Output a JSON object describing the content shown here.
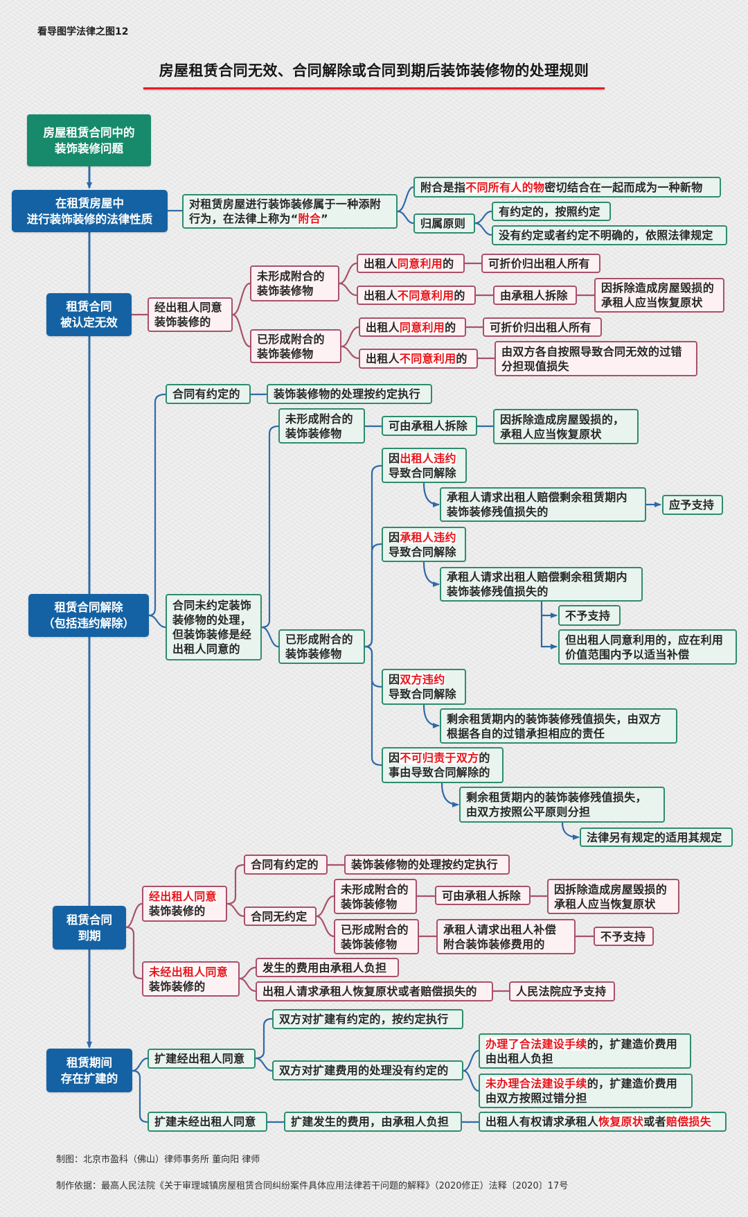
{
  "header": {
    "series_label": "看导图学法律之图12",
    "title": "房屋租赁合同无效、合同解除或合同到期后装饰装修物的处理规则"
  },
  "colors": {
    "root_green": "#178a6b",
    "category_blue": "#1462a3",
    "node_green_border": "#2e8c6e",
    "node_green_fill": "#e9f4ef",
    "node_pink_border": "#a8506a",
    "node_pink_fill": "#fdf1f3",
    "line_blue": "#2d6aa6",
    "line_maroon": "#a8506a",
    "highlight_red": "#e8141a",
    "title_underline": "#e31e24"
  },
  "root": {
    "lines": [
      "房屋租赁合同中的",
      "装饰装修问题"
    ]
  },
  "nature": {
    "category": {
      "lines": [
        "在租赁房屋中",
        "进行装饰装修的法律性质"
      ]
    },
    "nodes": {
      "definition": {
        "lines": [
          [
            "对租赁房屋进行装饰装修属于一种添附"
          ],
          [
            "行为，在法律上称为“",
            "附合",
            "”"
          ]
        ],
        "highlights": [
          "附合"
        ]
      },
      "meaning": {
        "lines": [
          [
            "附合是指",
            "不同所有人的物",
            "密切结合在一起而成为一种新物"
          ]
        ],
        "highlights": [
          "不同所有人的物"
        ]
      },
      "ownership_rule": {
        "lines": [
          [
            "归属原则"
          ]
        ]
      },
      "agreed": {
        "lines": [
          [
            "有约定的，按照约定"
          ]
        ]
      },
      "not_agreed": {
        "lines": [
          [
            "没有约定或者约定不明确的，依照法律规定"
          ]
        ]
      }
    }
  },
  "invalid": {
    "category": {
      "lines": [
        "租赁合同",
        "被认定无效"
      ]
    },
    "nodes": {
      "consented": {
        "lines": [
          [
            "经出租人同意"
          ],
          [
            "装饰装修的"
          ]
        ]
      },
      "unattached": {
        "lines": [
          [
            "未形成附合的"
          ],
          [
            "装饰装修物"
          ]
        ]
      },
      "attached": {
        "lines": [
          [
            "已形成附合的"
          ],
          [
            "装饰装修物"
          ]
        ]
      },
      "u_agree": {
        "lines": [
          [
            "出租人",
            "同意利用",
            "的"
          ]
        ],
        "highlights": [
          "同意利用"
        ]
      },
      "u_agree_result": {
        "lines": [
          [
            "可折价归出租人所有"
          ]
        ]
      },
      "u_disagree": {
        "lines": [
          [
            "出租人",
            "不同意利用",
            "的"
          ]
        ],
        "highlights": [
          "不同意利用"
        ]
      },
      "u_disagree_result": {
        "lines": [
          [
            "由承租人拆除"
          ]
        ]
      },
      "u_damage": {
        "lines": [
          [
            "因拆除造成房屋毁损的"
          ],
          [
            "承租人应当恢复原状"
          ]
        ]
      },
      "a_agree": {
        "lines": [
          [
            "出租人",
            "同意利用",
            "的"
          ]
        ],
        "highlights": [
          "同意利用"
        ]
      },
      "a_agree_result": {
        "lines": [
          [
            "可折价归出租人所有"
          ]
        ]
      },
      "a_disagree": {
        "lines": [
          [
            "出租人",
            "不同意利用",
            "的"
          ]
        ],
        "highlights": [
          "不同意利用"
        ]
      },
      "a_disagree_result": {
        "lines": [
          [
            "由双方各自按照导致合同无效的过错"
          ],
          [
            "分担现值损失"
          ]
        ]
      }
    }
  },
  "termination": {
    "category": {
      "lines": [
        "租赁合同解除",
        "（包括违约解除）"
      ]
    },
    "nodes": {
      "agreed": {
        "lines": [
          [
            "合同有约定的"
          ]
        ]
      },
      "agreed_result": {
        "lines": [
          [
            "装饰装修物的处理按约定执行"
          ]
        ]
      },
      "not_agreed": {
        "lines": [
          [
            "合同未约定装饰"
          ],
          [
            "装修物的处理，"
          ],
          [
            "但装饰装修是经"
          ],
          [
            "出租人同意的"
          ]
        ]
      },
      "unattached": {
        "lines": [
          [
            "未形成附合的"
          ],
          [
            "装饰装修物"
          ]
        ]
      },
      "u_remove": {
        "lines": [
          [
            "可由承租人拆除"
          ]
        ]
      },
      "u_damage": {
        "lines": [
          [
            "因拆除造成房屋毁损的，"
          ],
          [
            "承租人应当恢复原状"
          ]
        ]
      },
      "attached": {
        "lines": [
          [
            "已形成附合的"
          ],
          [
            "装饰装修物"
          ]
        ]
      },
      "lessor_breach": {
        "lines": [
          [
            "因",
            "出租人违约"
          ],
          [
            "导致合同解除"
          ]
        ],
        "highlights": [
          "出租人违约"
        ]
      },
      "lessor_breach_claim": {
        "lines": [
          [
            "承租人请求出租人赔偿剩余租赁期内"
          ],
          [
            "装饰装修残值损失的"
          ]
        ]
      },
      "lessor_breach_result": {
        "lines": [
          [
            "应予支持"
          ]
        ]
      },
      "lessee_breach": {
        "lines": [
          [
            "因",
            "承租人违约"
          ],
          [
            "导致合同解除"
          ]
        ],
        "highlights": [
          "承租人违约"
        ]
      },
      "lessee_breach_claim": {
        "lines": [
          [
            "承租人请求出租人赔偿剩余租赁期内"
          ],
          [
            "装饰装修残值损失的"
          ]
        ]
      },
      "lessee_breach_result": {
        "lines": [
          [
            "不予支持"
          ]
        ]
      },
      "lessee_breach_exception": {
        "lines": [
          [
            "但出租人同意利用的，应在利用"
          ],
          [
            "价值范围内予以适当补偿"
          ]
        ]
      },
      "both_breach": {
        "lines": [
          [
            "因",
            "双方违约"
          ],
          [
            "导致合同解除"
          ]
        ],
        "highlights": [
          "双方违约"
        ]
      },
      "both_breach_result": {
        "lines": [
          [
            "剩余租赁期内的装饰装修残值损失，由双方"
          ],
          [
            "根据各自的过错承担相应的责任"
          ]
        ]
      },
      "no_fault": {
        "lines": [
          [
            "因",
            "不可归责于双方",
            "的"
          ],
          [
            "事由导致合同解除的"
          ]
        ],
        "highlights": [
          "不可归责于双方"
        ]
      },
      "no_fault_result": {
        "lines": [
          [
            "剩余租赁期内的装饰装修残值损失，"
          ],
          [
            "由双方按照公平原则分担"
          ]
        ]
      },
      "no_fault_exception": {
        "lines": [
          [
            "法律另有规定的适用其规定"
          ]
        ]
      }
    }
  },
  "expiry": {
    "category": {
      "lines": [
        "租赁合同",
        "到期"
      ]
    },
    "nodes": {
      "consented": {
        "lines": [
          [
            "经出租人同意"
          ],
          [
            "装饰装修的"
          ]
        ],
        "highlights": [
          "经出租人同意"
        ]
      },
      "agreed": {
        "lines": [
          [
            "合同有约定的"
          ]
        ]
      },
      "agreed_result": {
        "lines": [
          [
            "装饰装修物的处理按约定执行"
          ]
        ]
      },
      "not_agreed": {
        "lines": [
          [
            "合同无约定"
          ]
        ]
      },
      "unattached": {
        "lines": [
          [
            "未形成附合的"
          ],
          [
            "装饰装修物"
          ]
        ]
      },
      "u_remove": {
        "lines": [
          [
            "可由承租人拆除"
          ]
        ]
      },
      "u_damage": {
        "lines": [
          [
            "因拆除造成房屋毁损的"
          ],
          [
            "承租人应当恢复原状"
          ]
        ]
      },
      "attached": {
        "lines": [
          [
            "已形成附合的"
          ],
          [
            "装饰装修物"
          ]
        ]
      },
      "a_claim": {
        "lines": [
          [
            "承租人请求出租人补偿"
          ],
          [
            "附合装饰装修费用的"
          ]
        ]
      },
      "a_result": {
        "lines": [
          [
            "不予支持"
          ]
        ]
      },
      "unconsented": {
        "lines": [
          [
            "未经出租人同意"
          ],
          [
            "装饰装修的"
          ]
        ],
        "highlights": [
          "未经出租人同意"
        ]
      },
      "cost": {
        "lines": [
          [
            "发生的费用由承租人负担"
          ]
        ]
      },
      "lessor_claim": {
        "lines": [
          [
            "出租人请求承租人恢复原状或者赔偿损失的"
          ]
        ]
      },
      "lessor_claim_result": {
        "lines": [
          [
            "人民法院应予支持"
          ]
        ]
      }
    }
  },
  "extension": {
    "category": {
      "lines": [
        "租赁期间",
        "存在扩建的"
      ]
    },
    "nodes": {
      "consented": {
        "lines": [
          [
            "扩建经出租人同意"
          ]
        ]
      },
      "agreed": {
        "lines": [
          [
            "双方对扩建有约定的，按约定执行"
          ]
        ]
      },
      "not_agreed": {
        "lines": [
          [
            "双方对扩建费用的处理没有约定的"
          ]
        ]
      },
      "legal_procedure": {
        "lines": [
          [
            "办理了合法建设手续",
            "的，扩建造价费用"
          ],
          [
            "由出租人负担"
          ]
        ],
        "highlights": [
          "办理了合法建设手续"
        ]
      },
      "no_legal_procedure": {
        "lines": [
          [
            "未办理合法建设手续",
            "的，扩建造价费用"
          ],
          [
            "由双方按照过错分担"
          ]
        ],
        "highlights": [
          "未办理合法建设手续"
        ]
      },
      "unconsented": {
        "lines": [
          [
            "扩建未经出租人同意"
          ]
        ]
      },
      "cost": {
        "lines": [
          [
            "扩建发生的费用，由承租人负担"
          ]
        ]
      },
      "lessor_right": {
        "lines": [
          [
            "出租人有权请求承租人",
            "恢复原状",
            "或者",
            "赔偿损失"
          ]
        ],
        "highlights": [
          "恢复原状",
          "赔偿损失"
        ]
      }
    }
  },
  "footer": {
    "credit": "制图：北京市盈科（佛山）律师事务所  董向阳 律师",
    "basis": "制作依据：最高人民法院《关于审理城镇房屋租赁合同纠纷案件具体应用法律若干问题的解释》（2020修正）法释〔2020〕17号"
  }
}
